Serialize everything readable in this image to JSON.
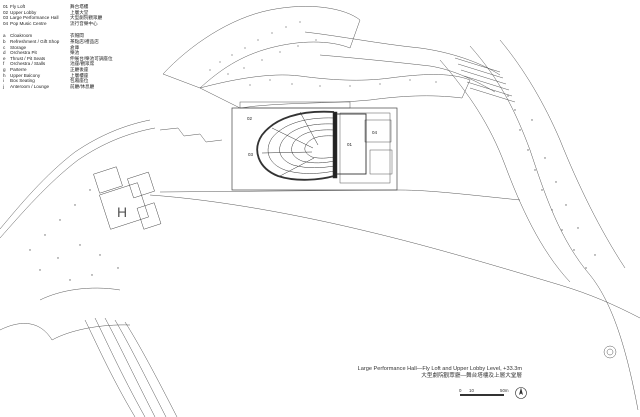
{
  "legend": {
    "numbered": [
      {
        "key": "01",
        "en": "Fly Loft",
        "zh": "舞台塔樓"
      },
      {
        "key": "02",
        "en": "Upper Lobby",
        "zh": "上層大堂"
      },
      {
        "key": "03",
        "en": "Large Performance Hall",
        "zh": "大型劇院觀眾廳"
      },
      {
        "key": "04",
        "en": "Pop Music Centre",
        "zh": "流行音樂中心"
      }
    ],
    "lettered": [
      {
        "key": "a",
        "en": "Cloakroom",
        "zh": "衣帽間"
      },
      {
        "key": "b",
        "en": "Refreshment / Gift Shop",
        "zh": "茶點店/禮品店"
      },
      {
        "key": "c",
        "en": "Storage",
        "zh": "倉庫"
      },
      {
        "key": "d",
        "en": "Orchestra Pit",
        "zh": "樂池"
      },
      {
        "key": "e",
        "en": "Thrust / Pit Seats",
        "zh": "伸展台/樂池可調座位"
      },
      {
        "key": "f",
        "en": "Orchestra / Stalls",
        "zh": "池座/觀眾席"
      },
      {
        "key": "g",
        "en": "Parterre",
        "zh": "正廳後座"
      },
      {
        "key": "h",
        "en": "Upper Balcony",
        "zh": "上層樓座"
      },
      {
        "key": "i",
        "en": "Box Seating",
        "zh": "包廂座位"
      },
      {
        "key": "j",
        "en": "Anteroom / Lounge",
        "zh": "前廳/休息廳"
      }
    ]
  },
  "plan_labels": {
    "helipad": "H",
    "fly_loft": "01",
    "upper_lobby": "02",
    "hall": "03",
    "pop_centre": "04"
  },
  "caption": {
    "en": "Large Performance Hall—Fly Loft and Upper Lobby Level, +33.3m",
    "zh": "大型劇院觀眾廳—舞台塔樓及上層大堂層"
  },
  "scale": {
    "zero": "0",
    "mark1": "10",
    "mark2": "50m"
  }
}
